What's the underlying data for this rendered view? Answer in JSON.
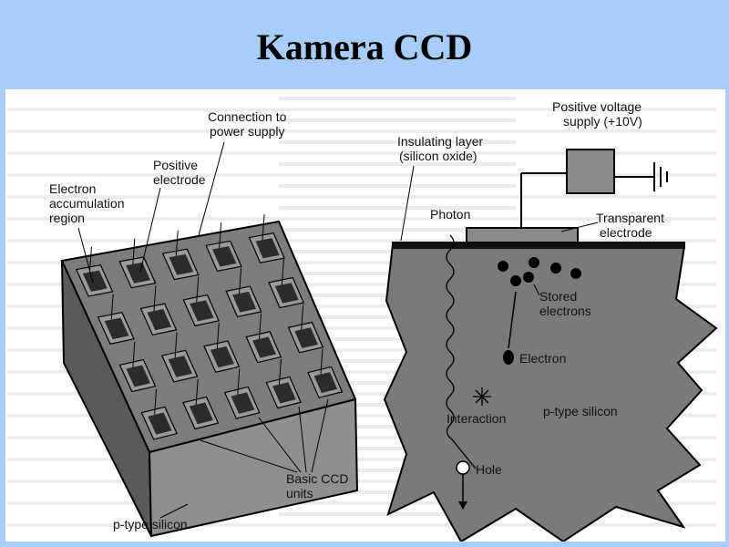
{
  "slide": {
    "title": "Kamera CCD"
  },
  "left_diagram": {
    "connection_label": [
      "Connection to",
      "power supply"
    ],
    "positive_electrode_label": [
      "Positive",
      "electrode"
    ],
    "electron_accumulation_label": [
      "Electron",
      "accumulation",
      "region"
    ],
    "basic_ccd_units_label": [
      "Basic CCD",
      "units"
    ],
    "substrate_label": "p-type silicon",
    "grid_rows": 4,
    "grid_cols": 5
  },
  "right_diagram": {
    "power_supply_label": [
      "Positive voltage",
      "supply (+10V)"
    ],
    "insulating_layer_label": [
      "Insulating layer",
      "(silicon oxide)"
    ],
    "photon_label": "Photon",
    "transparent_electrode_label": [
      "Transparent",
      "electrode"
    ],
    "stored_electrons_label": [
      "Stored",
      "electrons"
    ],
    "electron_label": "Electron",
    "interaction_label": "Interaction",
    "substrate_label": "p-type silicon",
    "hole_label": "Hole"
  },
  "colors": {
    "background": "#a9cdfa",
    "silicon": "#7a7a7a",
    "pixel": "#2b2b2b"
  }
}
